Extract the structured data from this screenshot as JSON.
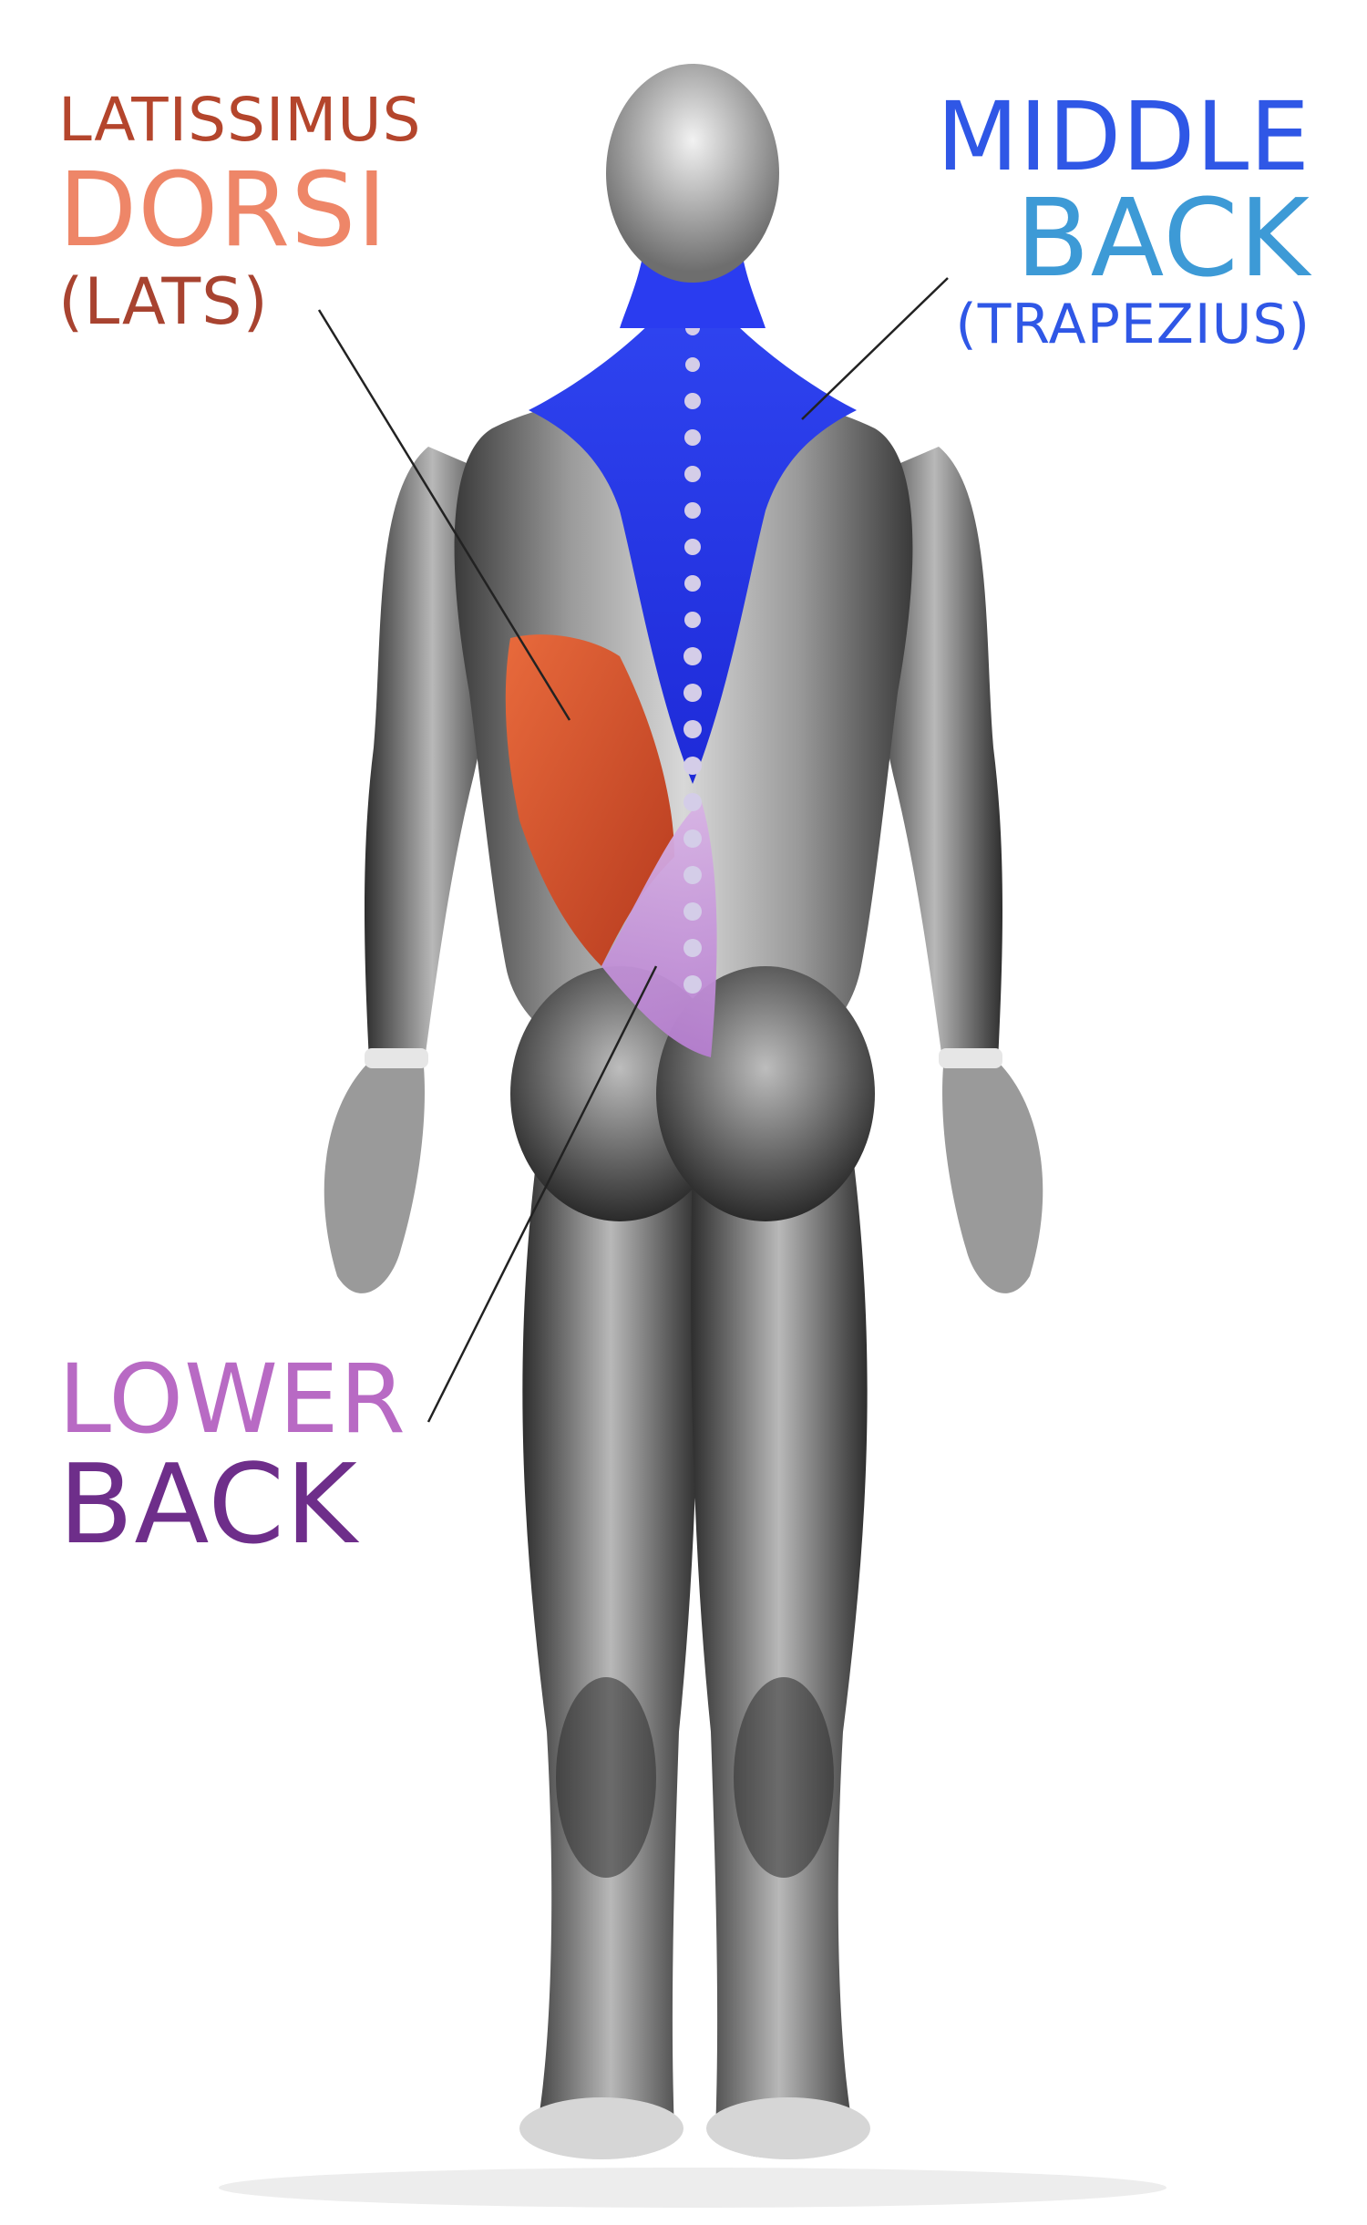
{
  "labels": {
    "latissimus": {
      "line1": "LATISSIMUS",
      "line2": "DORSI",
      "line3": "(LATS)",
      "color": "#b4452c"
    },
    "middle_back": {
      "line1": "MIDDLE",
      "line2": "BACK",
      "line3": "(TRAPEZIUS)",
      "color": "#2f57e6"
    },
    "lower_back": {
      "line1": "LOWER",
      "line2": "BACK",
      "color": "#8a3aa8"
    }
  },
  "muscle_colors": {
    "trapezius": "#2a3cf0",
    "latissimus": "#d9512a",
    "lower_back": "#c08ad8",
    "body": "#8c8c8c"
  }
}
